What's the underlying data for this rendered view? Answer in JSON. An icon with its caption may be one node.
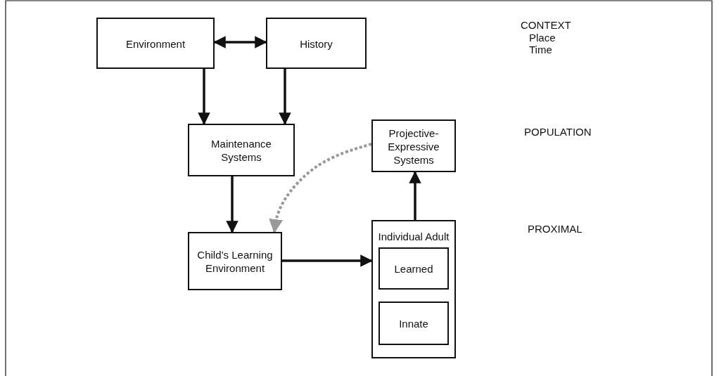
{
  "diagram": {
    "nodes": [
      {
        "text": [
          "Environment"
        ]
      },
      {
        "text": [
          "History"
        ]
      },
      {
        "text": [
          "Maintenance Systems"
        ]
      },
      {
        "text": [
          "Projective-Expressive Systems"
        ]
      },
      {
        "text": [
          "Child’s Learning Environment"
        ]
      },
      {
        "text": [
          "Individual Adult"
        ]
      },
      {
        "text": [
          "Learned"
        ],
        "in": 5
      },
      {
        "text": [
          "Innate"
        ],
        "in": 5
      }
    ],
    "edges": [
      {
        "from": 0,
        "to": 1,
        "arrow": "both"
      },
      {
        "from": 0,
        "to": 2,
        "arrow": "to"
      },
      {
        "from": 1,
        "to": 2,
        "arrow": "to"
      },
      {
        "from": 2,
        "to": 4,
        "arrow": "to"
      },
      {
        "from": 4,
        "to": 5,
        "arrow": "to"
      },
      {
        "from": 5,
        "to": 3,
        "arrow": "to"
      },
      {
        "from": 3,
        "to": 4,
        "arrow": "to",
        "style": "dashed",
        "color": "#999999"
      }
    ],
    "labels": [
      "CONTEXT",
      "Place",
      "Time",
      "POPULATION",
      "PROXIMAL"
    ]
  }
}
